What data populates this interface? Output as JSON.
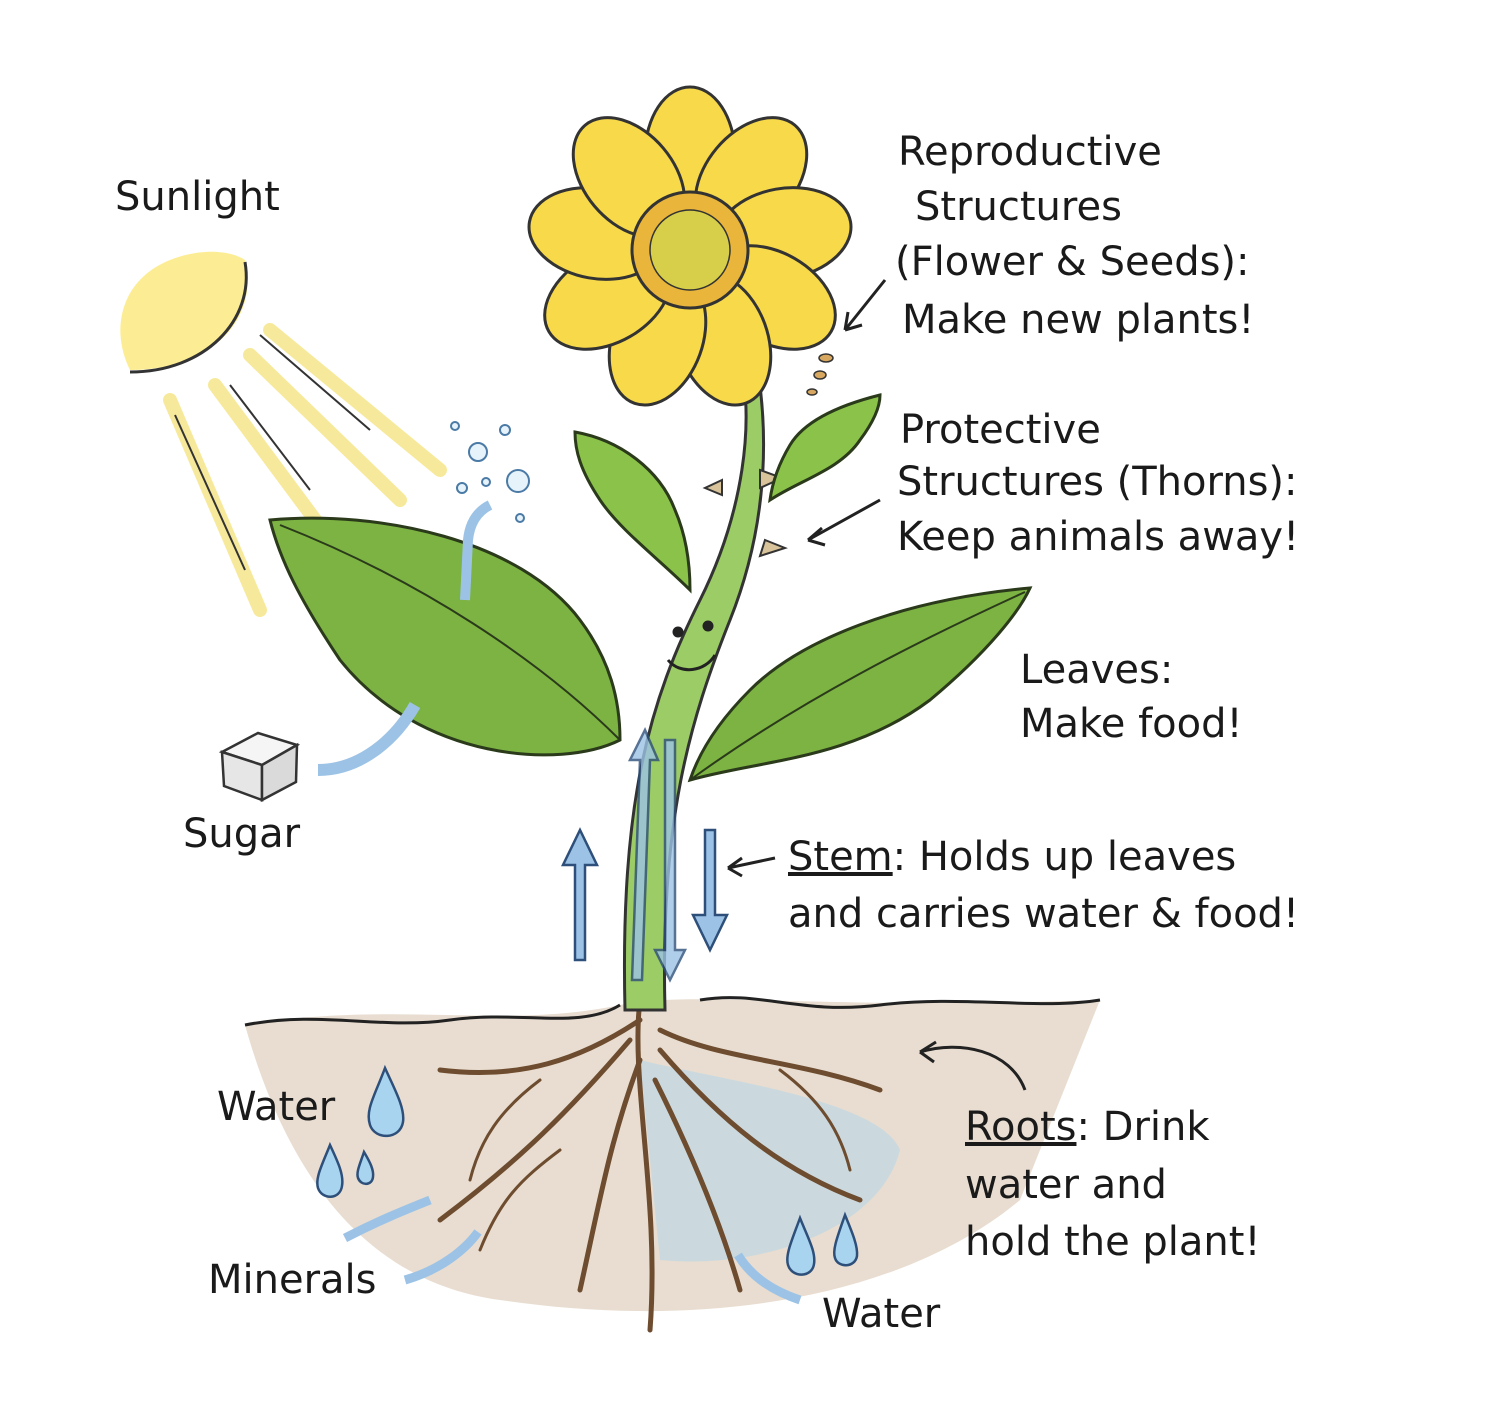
{
  "labels": {
    "sunlight": "Sunlight",
    "reproductive": {
      "lines": [
        "Reproductive",
        "Structures",
        "(Flower & Seeds):",
        "Make new plants!"
      ]
    },
    "protective": {
      "lines": [
        "Protective",
        "Structures (Thorns):",
        "Keep animals away!"
      ]
    },
    "leaves": {
      "lines": [
        "Leaves:",
        "Make food!"
      ]
    },
    "stem": {
      "term": "Stem",
      "rest": ": Holds up leaves",
      "line2": "and carries water & food!"
    },
    "sugar": "Sugar",
    "water_left": "Water",
    "minerals": "Minerals",
    "water_bottom": "Water",
    "roots": {
      "term": "Roots",
      "rest": ": Drink",
      "line2": "water and",
      "line3": "hold the plant!"
    }
  },
  "colors": {
    "petal": "#f7d94a",
    "flower_center": "#e9b53a",
    "leaf": "#7cb342",
    "stem": "#9ccc65",
    "soil": "#d9c7b0",
    "water": "#a8d4ef",
    "arrow": "#9cc3e6",
    "sun": "#fbe97a"
  }
}
